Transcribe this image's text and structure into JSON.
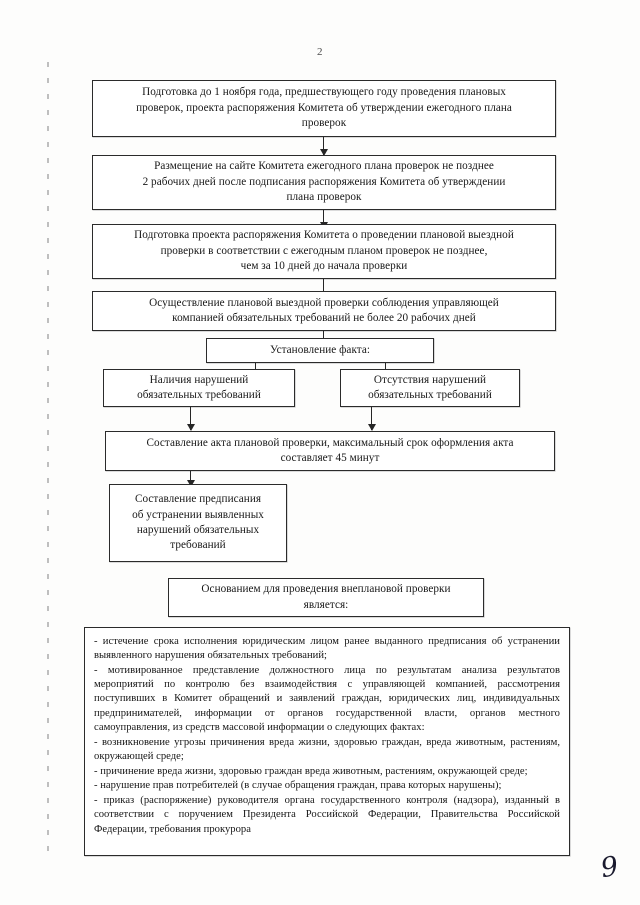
{
  "page": {
    "number": "2",
    "handwritten_mark": "9"
  },
  "flowchart": {
    "boxes": [
      {
        "id": "preparation-annual-plan",
        "text": "Подготовка до 1 ноября года, предшествующего году проведения плановых\nпроверок, проекта распоряжения Комитета об утверждении ежегодного плана\nпроверок"
      },
      {
        "id": "publication-on-site",
        "text": "Размещение на сайте Комитета ежегодного плана проверок не позднее\n2 рабочих дней после подписания распоряжения Комитета об утверждении\nплана проверок"
      },
      {
        "id": "preparation-order-scheduled-inspection",
        "text": "Подготовка проекта распоряжения Комитета о проведении плановой  выездной\nпроверки в соответствии с ежегодным планом проверок не позднее,\nчем за 10 дней до начала проверки"
      },
      {
        "id": "conducting-inspection",
        "text": "Осуществление плановой выездной проверки соблюдения управляющей\nкомпанией обязательных требований не более 20 рабочих дней"
      },
      {
        "id": "fact-establishment",
        "text": "Установление факта:"
      },
      {
        "id": "violations-present",
        "text": "Наличия нарушений\nобязательных требований"
      },
      {
        "id": "violations-absent",
        "text": "Отсутствия нарушений\nобязательных требований"
      },
      {
        "id": "inspection-act",
        "text": "Составление акта плановой проверки, максимальный срок оформления акта\nсоставляет 45 минут"
      },
      {
        "id": "prescription-drafting",
        "text": "Составление предписания\nоб устранении выявленных\nнарушений обязательных\nтребований"
      },
      {
        "id": "unscheduled-basis-header",
        "text": "Основанием для проведения внеплановой проверки\nявляется:"
      }
    ]
  },
  "grounds_list": {
    "items": [
      "- истечение срока исполнения юридическим лицом ранее выданного предписания об устранении  выявленного нарушения обязательных требований;",
      "- мотивированное представление должностного лица по результатам анализа результатов мероприятий по контролю без взаимодействия с управляющей компанией, рассмотрения поступивших в Комитет обращений и заявлений граждан, юридических лиц, индивидуальных предпринимателей, информации от органов государственной власти, органов местного самоуправления, из средств массовой информации о следующих фактах:",
      "-  возникновение  угрозы  причинения  вреда  жизни,  здоровью  граждан,  вреда животным, растениям, окружающей среде;",
      "-   причинение   вреда   жизни,   здоровью   граждан   вреда   животным,   растениям, окружающей среде;",
      "- нарушение прав потребителей (в случае обращения граждан, права которых нарушены);",
      "- приказ (распоряжение) руководителя органа государственного контроля (надзора), изданный   в   соответствии   с   поручением   Президента   Российской   Федерации, Правительства Российской Федерации, требования прокурора"
    ]
  }
}
